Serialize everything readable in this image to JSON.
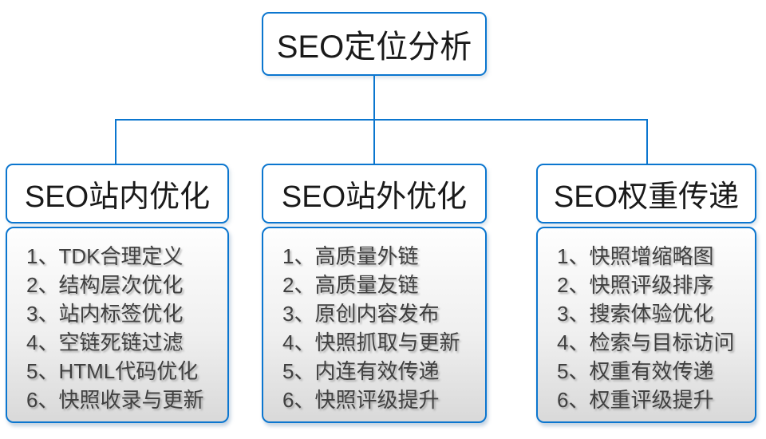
{
  "colors": {
    "line_blue": "#0b76cf",
    "header_text": "#1a1a1a",
    "list_text": "#404040",
    "list_gradient_top": "#fefefe",
    "list_gradient_bottom": "#d9d9d9"
  },
  "root": {
    "title": "SEO定位分析"
  },
  "columns": [
    {
      "title": "SEO站内优化",
      "items": [
        "1、TDK合理定义",
        "2、结构层次优化",
        "3、站内标签优化",
        "4、空链死链过滤",
        "5、HTML代码优化",
        "6、快照收录与更新"
      ]
    },
    {
      "title": "SEO站外优化",
      "items": [
        "1、高质量外链",
        "2、高质量友链",
        "3、原创内容发布",
        "4、快照抓取与更新",
        "5、内连有效传递",
        "6、快照评级提升"
      ]
    },
    {
      "title": "SEO权重传递",
      "items": [
        "1、快照增缩略图",
        "2、快照评级排序",
        "3、搜索体验优化",
        "4、检索与目标访问",
        "5、权重有效传递",
        "6、权重评级提升"
      ]
    }
  ]
}
